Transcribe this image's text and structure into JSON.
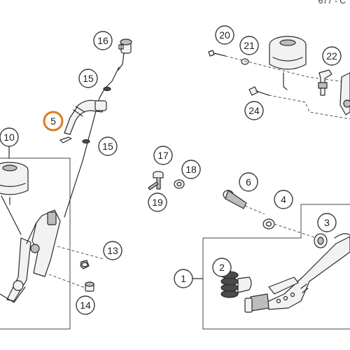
{
  "diagram": {
    "corner_text": "677 - C",
    "highlight_color": "#e07b1f",
    "callouts": [
      {
        "id": "c1",
        "label": "1"
      },
      {
        "id": "c2",
        "label": "2"
      },
      {
        "id": "c3",
        "label": "3"
      },
      {
        "id": "c4",
        "label": "4"
      },
      {
        "id": "c5",
        "label": "5",
        "highlighted": true
      },
      {
        "id": "c6",
        "label": "6"
      },
      {
        "id": "c10",
        "label": "10"
      },
      {
        "id": "c13",
        "label": "13"
      },
      {
        "id": "c14",
        "label": "14"
      },
      {
        "id": "c15a",
        "label": "15"
      },
      {
        "id": "c15b",
        "label": "15"
      },
      {
        "id": "c16",
        "label": "16"
      },
      {
        "id": "c17",
        "label": "17"
      },
      {
        "id": "c18",
        "label": "18"
      },
      {
        "id": "c19",
        "label": "19"
      },
      {
        "id": "c20",
        "label": "20"
      },
      {
        "id": "c21",
        "label": "21"
      },
      {
        "id": "c22",
        "label": "22"
      },
      {
        "id": "c24",
        "label": "24"
      }
    ]
  }
}
